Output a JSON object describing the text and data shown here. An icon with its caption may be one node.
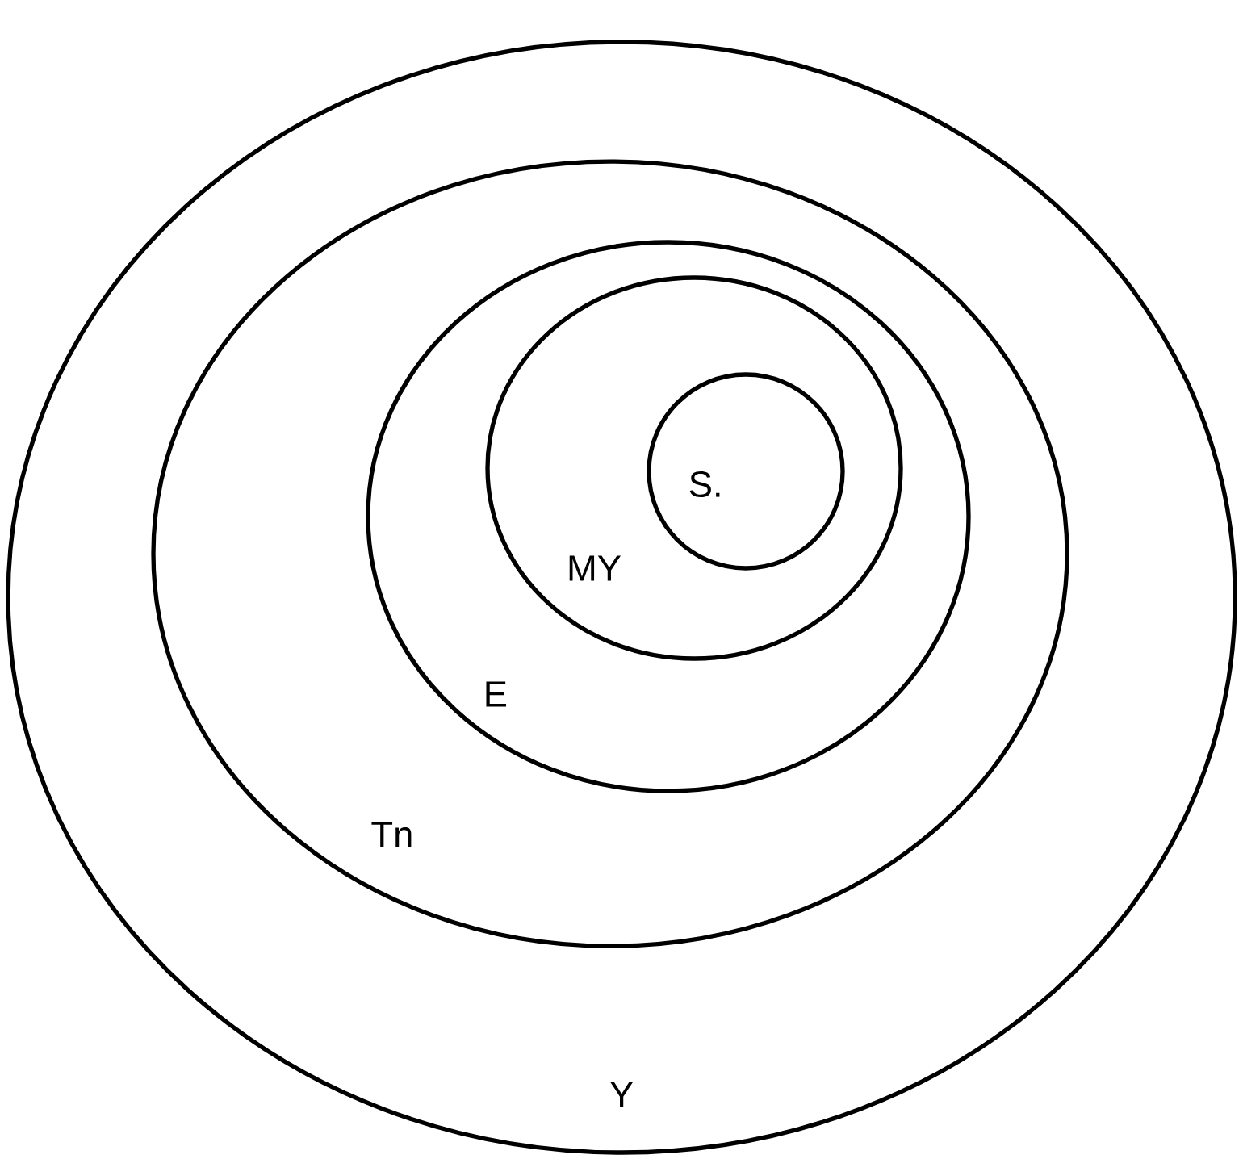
{
  "diagram": {
    "nodes": [
      {
        "text": [
          "Y"
        ]
      },
      {
        "text": [
          "Tn"
        ],
        "in": 0
      },
      {
        "text": [
          "E"
        ],
        "in": 1
      },
      {
        "text": [
          "MY"
        ],
        "in": 2
      },
      {
        "text": [
          "S."
        ],
        "in": 3
      }
    ]
  }
}
